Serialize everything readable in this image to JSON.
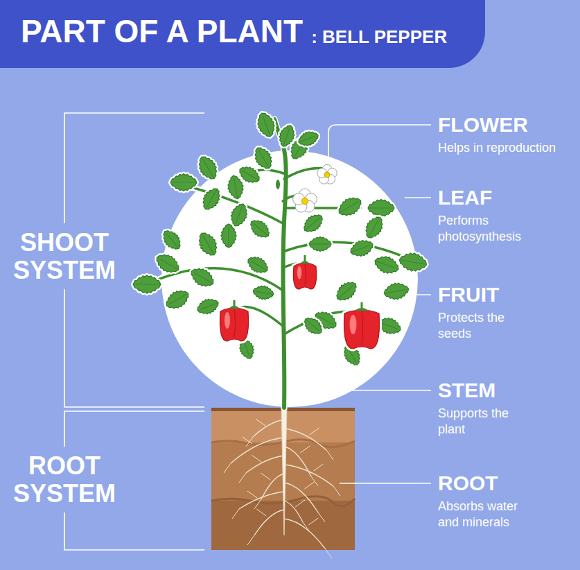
{
  "diagram": {
    "title": "PART OF A PLANT",
    "labels": [
      ": BELL PEPPER",
      "SHOOT SYSTEM",
      "ROOT SYSTEM",
      "FLOWER",
      "Helps in reproduction",
      "LEAF",
      "Performs photosynthesis",
      "FRUIT",
      "Protects the seeds",
      "STEM",
      "Supports the plant",
      "ROOT",
      "Absorbs water and minerals"
    ]
  }
}
